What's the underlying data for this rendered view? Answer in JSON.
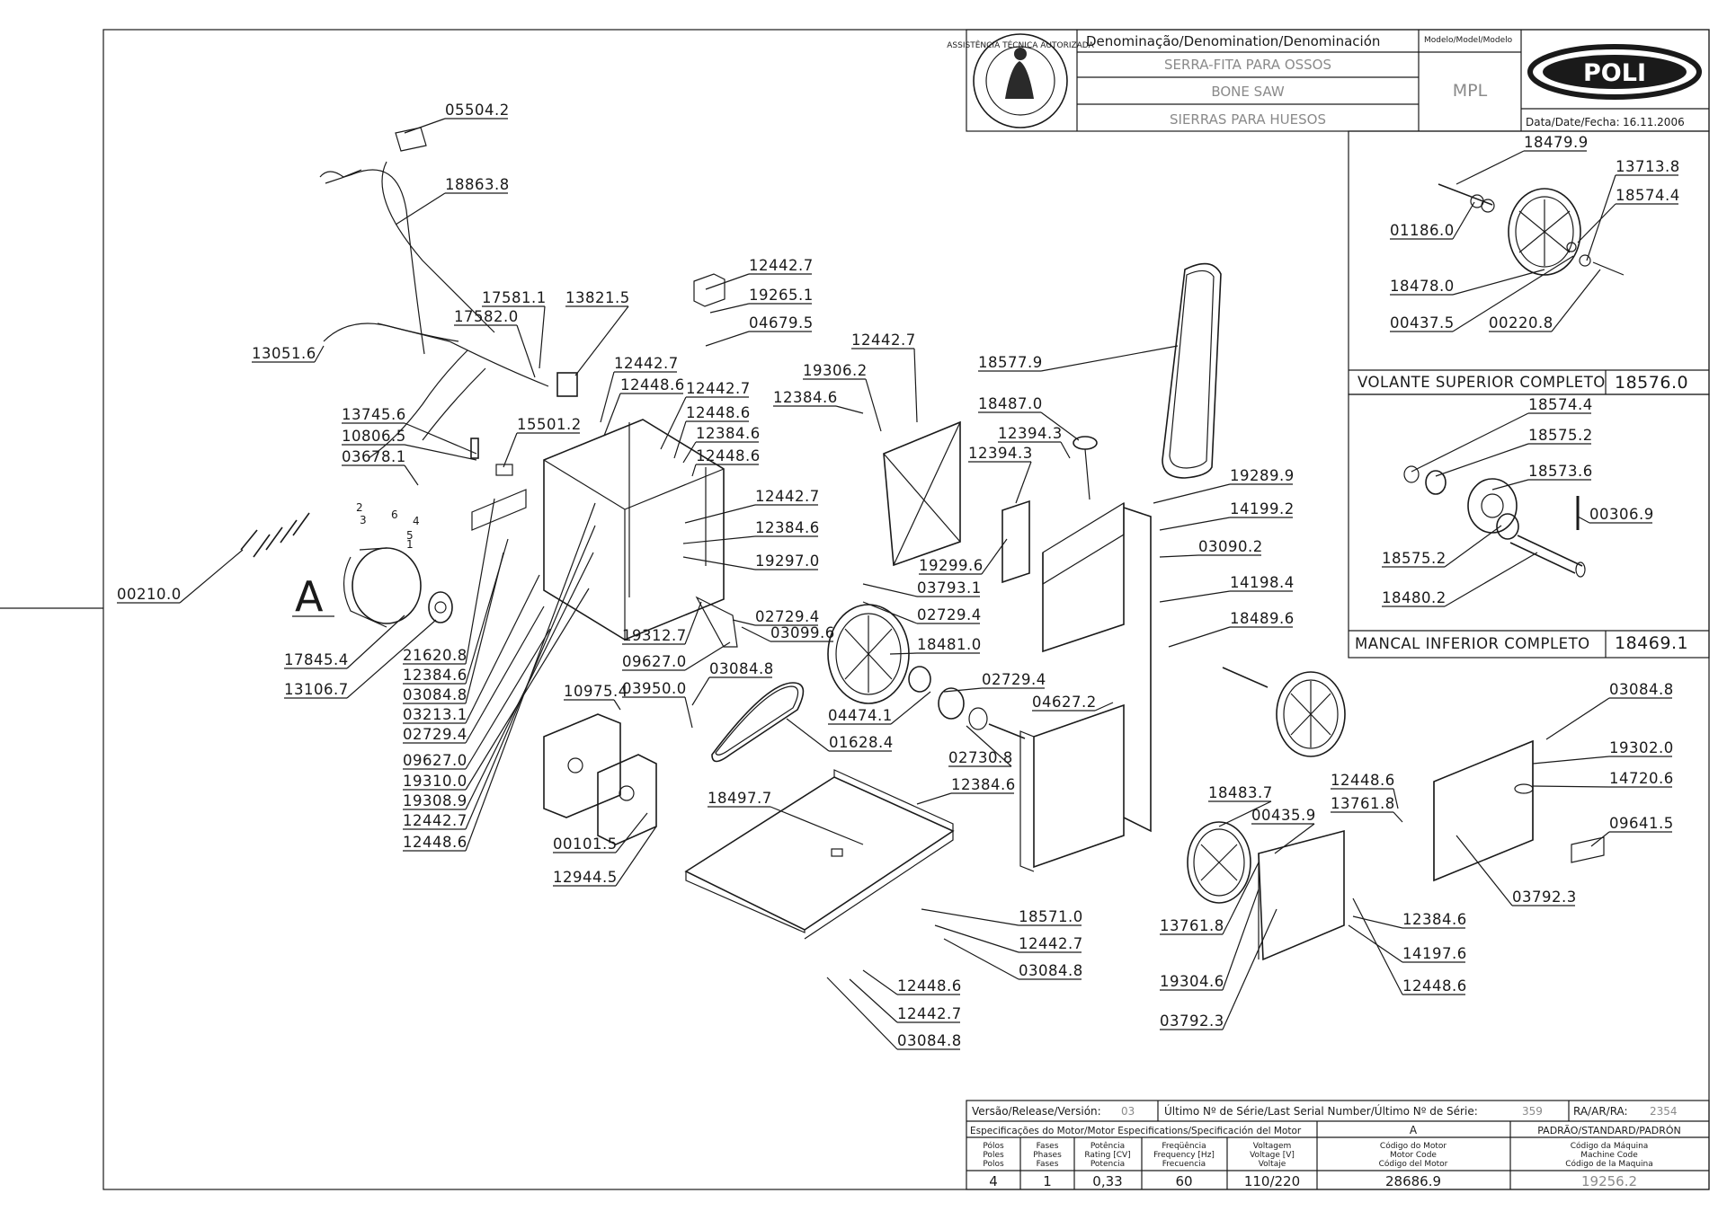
{
  "title_block": {
    "denomination_label": "Denominação/Denomination/Denominación",
    "name_pt": "SERRA-FITA PARA OSSOS",
    "name_en": "BONE SAW",
    "name_es": "SIERRAS PARA HUESOS",
    "model_label": "Modelo/Model/Modelo",
    "model_value": "MPL",
    "brand": "POLI",
    "date_label": "Data/Date/Fecha:",
    "date_value": "16.11.2006",
    "seal_text": "ASSISTÊNCIA TÉCNICA AUTORIZADA"
  },
  "insets": [
    {
      "title": "VOLANTE SUPERIOR COMPLETO",
      "code": "18576.0",
      "parts": [
        "18479.9",
        "13713.8",
        "18574.4",
        "01186.0",
        "18478.0",
        "00437.5",
        "00220.8"
      ]
    },
    {
      "title": "MANCAL INFERIOR COMPLETO",
      "code": "18469.1",
      "parts": [
        "18574.4",
        "18575.2",
        "18573.6",
        "00306.9",
        "18575.2",
        "18480.2"
      ]
    }
  ],
  "motor_marker": "A",
  "wire_numbers": [
    "1",
    "2",
    "3",
    "4",
    "5",
    "6"
  ],
  "part_labels": [
    "05504.2",
    "18863.8",
    "13051.6",
    "17581.1",
    "13821.5",
    "17582.0",
    "13745.6",
    "10806.5",
    "03678.1",
    "15501.2",
    "00210.0",
    "17845.4",
    "13106.7",
    "21620.8",
    "12384.6",
    "03084.8",
    "03213.1",
    "02729.4",
    "09627.0",
    "19310.0",
    "19308.9",
    "12442.7",
    "12448.6",
    "10975.4",
    "00101.5",
    "12944.5",
    "12442.7",
    "19265.1",
    "04679.5",
    "12442.7",
    "12448.6",
    "12442.7",
    "12448.6",
    "12384.6",
    "12448.6",
    "12442.7",
    "12384.6",
    "19297.0",
    "19312.7",
    "02729.4",
    "03099.6",
    "09627.0",
    "03084.8",
    "03950.0",
    "01628.4",
    "18497.7",
    "12442.7",
    "19306.2",
    "12384.6",
    "18577.9",
    "18487.0",
    "12394.3",
    "12394.3",
    "19299.6",
    "03793.1",
    "02729.4",
    "18481.0",
    "02729.4",
    "04474.1",
    "02730.8",
    "04627.2",
    "12384.6",
    "19289.9",
    "14199.2",
    "03090.2",
    "14198.4",
    "18489.6",
    "18483.7",
    "00435.9",
    "13761.8",
    "19304.6",
    "03792.3",
    "18571.0",
    "12442.7",
    "03084.8",
    "12448.6",
    "12442.7",
    "03084.8",
    "12448.6",
    "13761.8",
    "03084.8",
    "19302.0",
    "14720.6",
    "09641.5",
    "03792.3",
    "12384.6",
    "14197.6",
    "12448.6"
  ],
  "bottom_block": {
    "release_label": "Versão/Release/Versión:",
    "release_value": "03",
    "serial_label": "Último Nº de Série/Last Serial Number/Último Nº de Série:",
    "serial_value": "359",
    "ra_label": "RA/AR/RA:",
    "ra_value": "2354",
    "motor_spec_label": "Especificações do Motor/Motor Especifications/Specificación del Motor",
    "motor_letter": "A",
    "standard_label": "PADRÃO/STANDARD/PADRÓN",
    "columns": [
      {
        "header": [
          "Pólos",
          "Poles",
          "Polos"
        ],
        "value": "4"
      },
      {
        "header": [
          "Fases",
          "Phases",
          "Fases"
        ],
        "value": "1"
      },
      {
        "header": [
          "Potência",
          "Rating [CV]",
          "Potencia"
        ],
        "value": "0,33"
      },
      {
        "header": [
          "Freqüência",
          "Frequency [Hz]",
          "Frecuencia"
        ],
        "value": "60"
      },
      {
        "header": [
          "Voltagem",
          "Voltage [V]",
          "Voltaje"
        ],
        "value": "110/220"
      },
      {
        "header": [
          "Código do Motor",
          "Motor Code",
          "Código del Motor"
        ],
        "value": "28686.9"
      },
      {
        "header": [
          "Código da Máquina",
          "Machine Code",
          "Código de la Maquina"
        ],
        "value": "19256.2"
      }
    ]
  }
}
